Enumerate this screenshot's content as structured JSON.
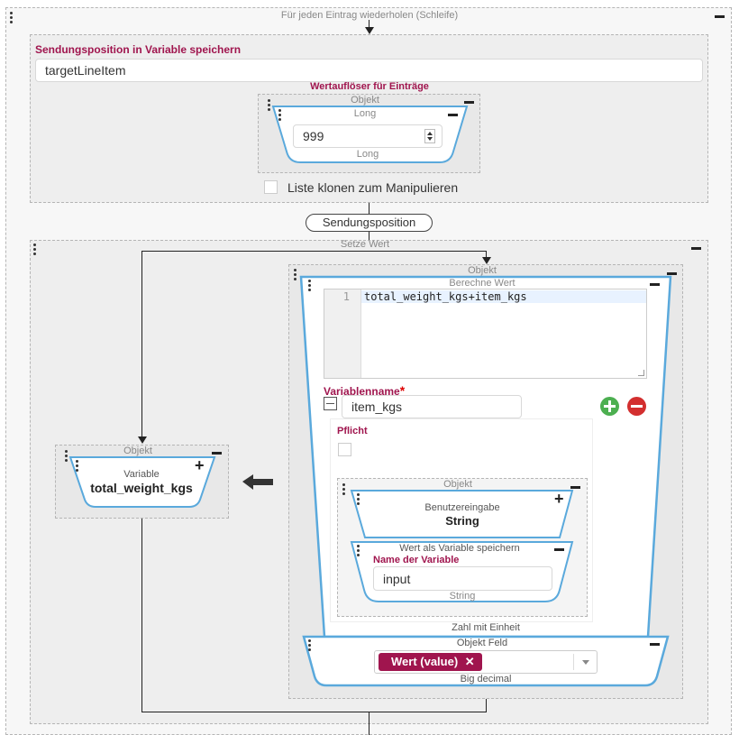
{
  "loop": {
    "title": "Für jeden Eintrag wiederholen (Schleife)"
  },
  "section1": {
    "save_label": "Sendungsposition in Variable speichern",
    "save_value": "targetLineItem",
    "resolver_label": "Wertauflöser für Einträge",
    "object_title": "Objekt",
    "long_title": "Long",
    "long_value": "999",
    "long_footer": "Long",
    "clone_label": "Liste klonen zum Manipulieren"
  },
  "pill": {
    "label": "Sendungsposition"
  },
  "set_value": {
    "title": "Setze Wert",
    "left_object_title": "Objekt",
    "variable_label": "Variable",
    "variable_name": "total_weight_kgs",
    "right_object_title": "Objekt",
    "compute_title": "Berechne Wert",
    "code": {
      "line_number": "1",
      "line_text": "total_weight_kgs+item_kgs"
    },
    "varname_label": "Variablenname",
    "required_star": "*",
    "varname_value": "item_kgs",
    "pflicht_label": "Pflicht",
    "inner_object_title": "Objekt",
    "user_input_title": "Benutzereingabe",
    "user_input_type": "String",
    "save_as_var_title": "Wert als Variable speichern",
    "name_label": "Name der Variable",
    "name_value": "input",
    "string_footer": "String",
    "unit_label": "Zahl mit Einheit",
    "field_title": "Objekt Feld",
    "tag_label": "Wert (value)",
    "tag_remove": "✕",
    "big_decimal_footer": "Big decimal"
  },
  "colors": {
    "accent": "#a0154e",
    "shape_blue": "#5aa9dc",
    "green": "#4caf50",
    "red": "#d32f2f"
  },
  "icons": [
    "drag-handle-icon",
    "collapse-icon",
    "expand-icon",
    "add-circle-icon",
    "remove-circle-icon",
    "arrow-left-icon",
    "checkbox-icon",
    "select-caret-icon",
    "spinner-icon"
  ]
}
